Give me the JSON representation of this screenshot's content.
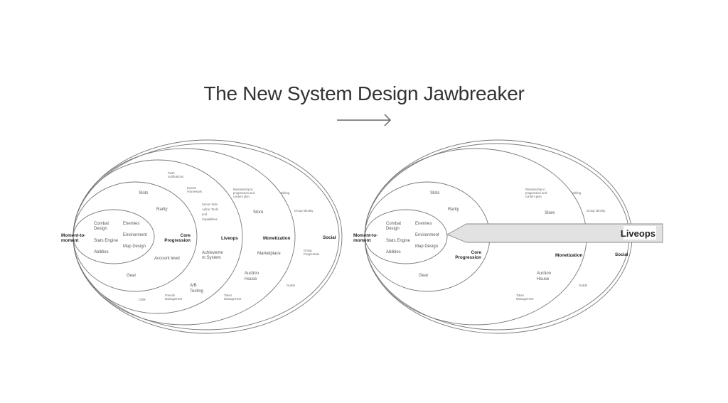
{
  "title": "The New System Design Jawbreaker",
  "left": {
    "moment": [
      "Moment-to-",
      "moment"
    ],
    "inner": {
      "combat": [
        "Combat",
        "Design"
      ],
      "stats": "Stats Engine",
      "abilities": "Abilities",
      "enemies": "Enemies",
      "environment": "Environment",
      "map": "Map Design"
    },
    "core": {
      "label": [
        "Core",
        "Progression"
      ],
      "slots": "Slots",
      "rarity": "Rarity",
      "account": "Account level",
      "gear": "Gear"
    },
    "liveops": {
      "label": "Liveops",
      "push": [
        "Push",
        "notifications"
      ],
      "events": [
        "Events",
        "Framework"
      ],
      "server": [
        "Server Side",
        "Admin Tools",
        "and",
        "Capabilities"
      ],
      "achievement": [
        "Achieveme",
        "nt System"
      ],
      "ab": [
        "A/B",
        "Testing"
      ],
      "friends": [
        "Friends",
        "Management"
      ],
      "crm": "CRM"
    },
    "monetization": {
      "label": "Monetization",
      "relationship": [
        "Relationship to",
        "progression and",
        "content plan"
      ],
      "store": "Store",
      "marketplace": "Marketplace",
      "auction": [
        "Auction",
        "House"
      ],
      "token": [
        "Token",
        "Management"
      ]
    },
    "social": {
      "label": "Social",
      "gifting": "Gifting",
      "group_identity": "Group Identity",
      "group_progression": [
        "Group",
        "Progression"
      ],
      "guilds": "Guilds"
    }
  },
  "right": {
    "moment": [
      "Moment-to-",
      "moment"
    ],
    "inner": {
      "combat": [
        "Combat",
        "Design"
      ],
      "stats": "Stats Engine",
      "abilities": "Abilities",
      "enemies": "Enemies",
      "environment": "Environment",
      "map": "Map Design"
    },
    "core": {
      "label": [
        "Core",
        "Progression"
      ],
      "slots": "Slots",
      "rarity": "Rarity",
      "gear": "Gear"
    },
    "callout": "Liveops",
    "monetization": {
      "label": "Monetization",
      "relationship": [
        "Relationship to",
        "progression and",
        "content plan"
      ],
      "store": "Store",
      "auction": [
        "Auction",
        "House"
      ],
      "token": [
        "Token",
        "Management"
      ]
    },
    "social": {
      "label": "Social",
      "gifting": "Gifting",
      "group_identity": "Group Identity",
      "guilds": "Guilds"
    }
  }
}
